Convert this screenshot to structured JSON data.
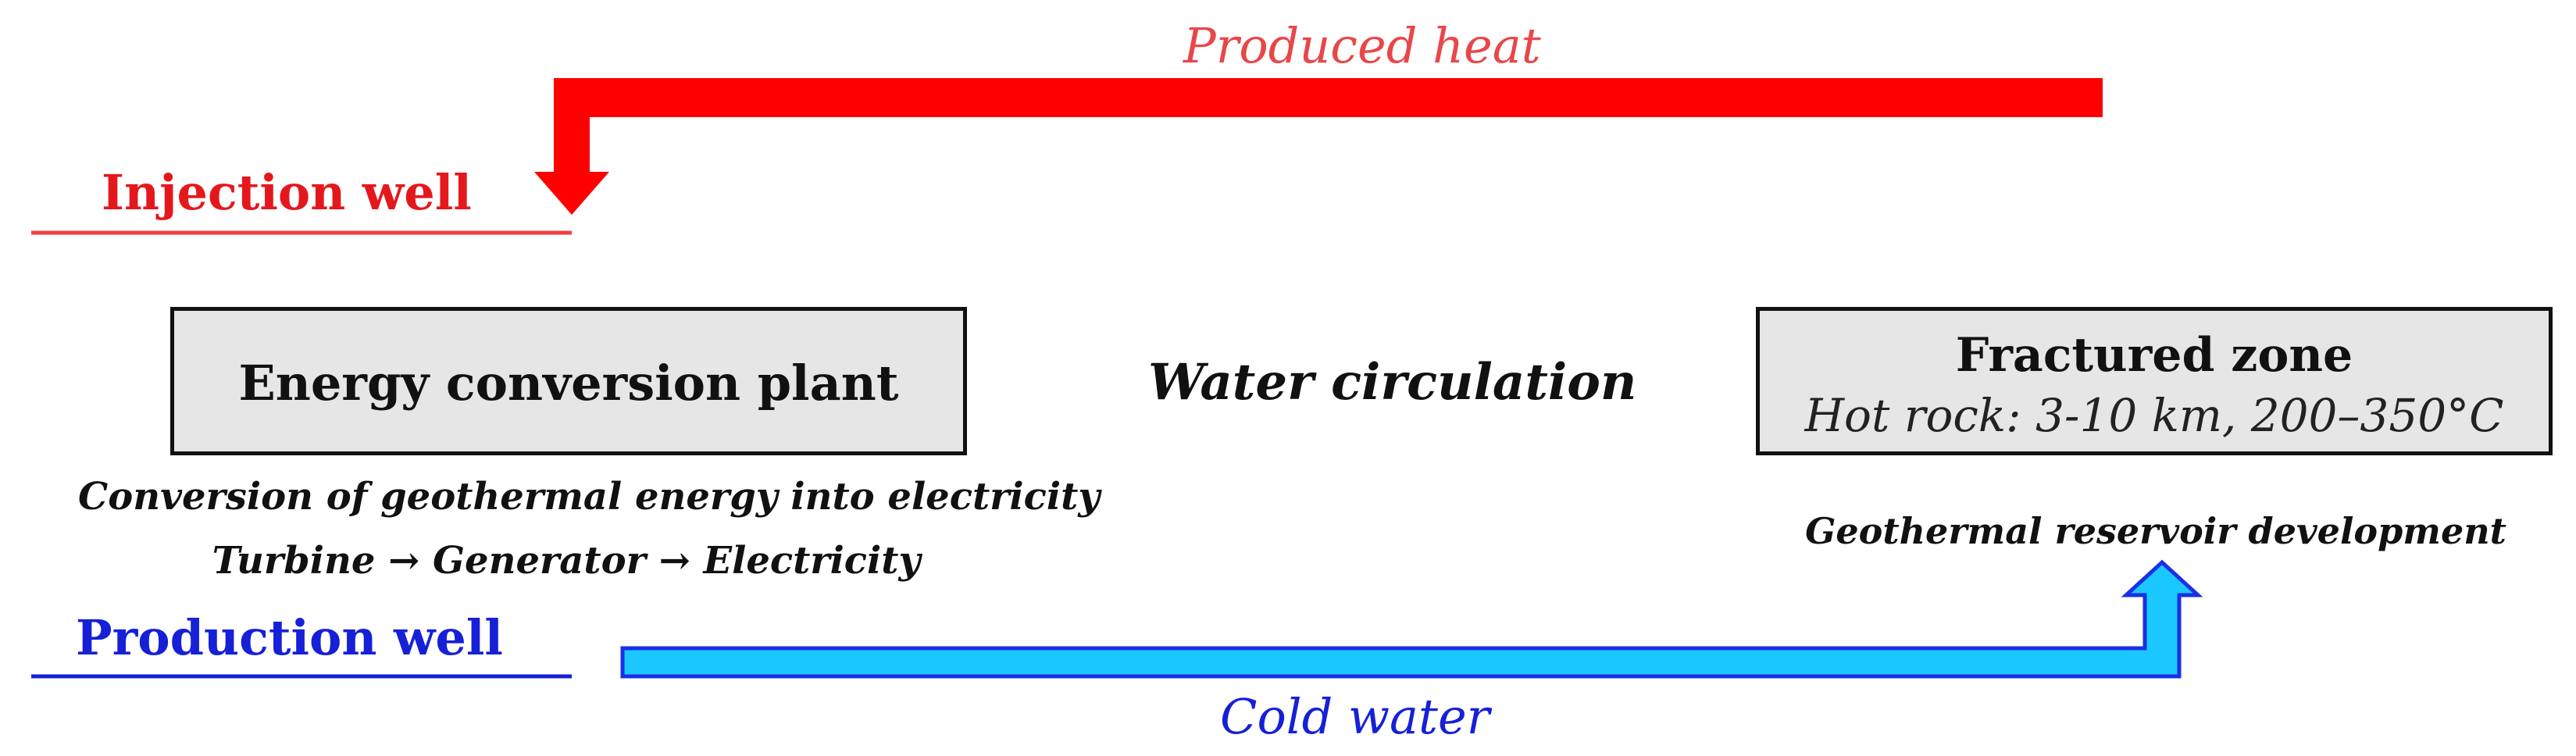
{
  "labels": {
    "produced_heat": "Produced heat",
    "injection_well": "Injection well",
    "production_well": "Production well",
    "cold_water": "Cold water",
    "water_circulation": "Water circulation"
  },
  "energy_plant": {
    "title": "Energy conversion plant",
    "captions": [
      "Conversion of geothermal energy into electricity",
      "Turbine → Generator → Electricity"
    ]
  },
  "fractured_zone": {
    "title": "Fractured zone",
    "subtitle": "Hot rock: 3-10 km, 200–350°C",
    "caption": "Geothermal reservoir development"
  },
  "colors": {
    "heat_arrow": "#ff0000",
    "heat_label": "#e8474a",
    "injection_line": "#f04040",
    "injection_label": "#e4181c",
    "cold_arrow_fill": "#1ac8ff",
    "cold_arrow_stroke": "#1a2fe6",
    "production_line": "#1620d6",
    "production_label": "#1620d6",
    "box_fill": "#e6e6e6",
    "box_border": "#111111"
  }
}
